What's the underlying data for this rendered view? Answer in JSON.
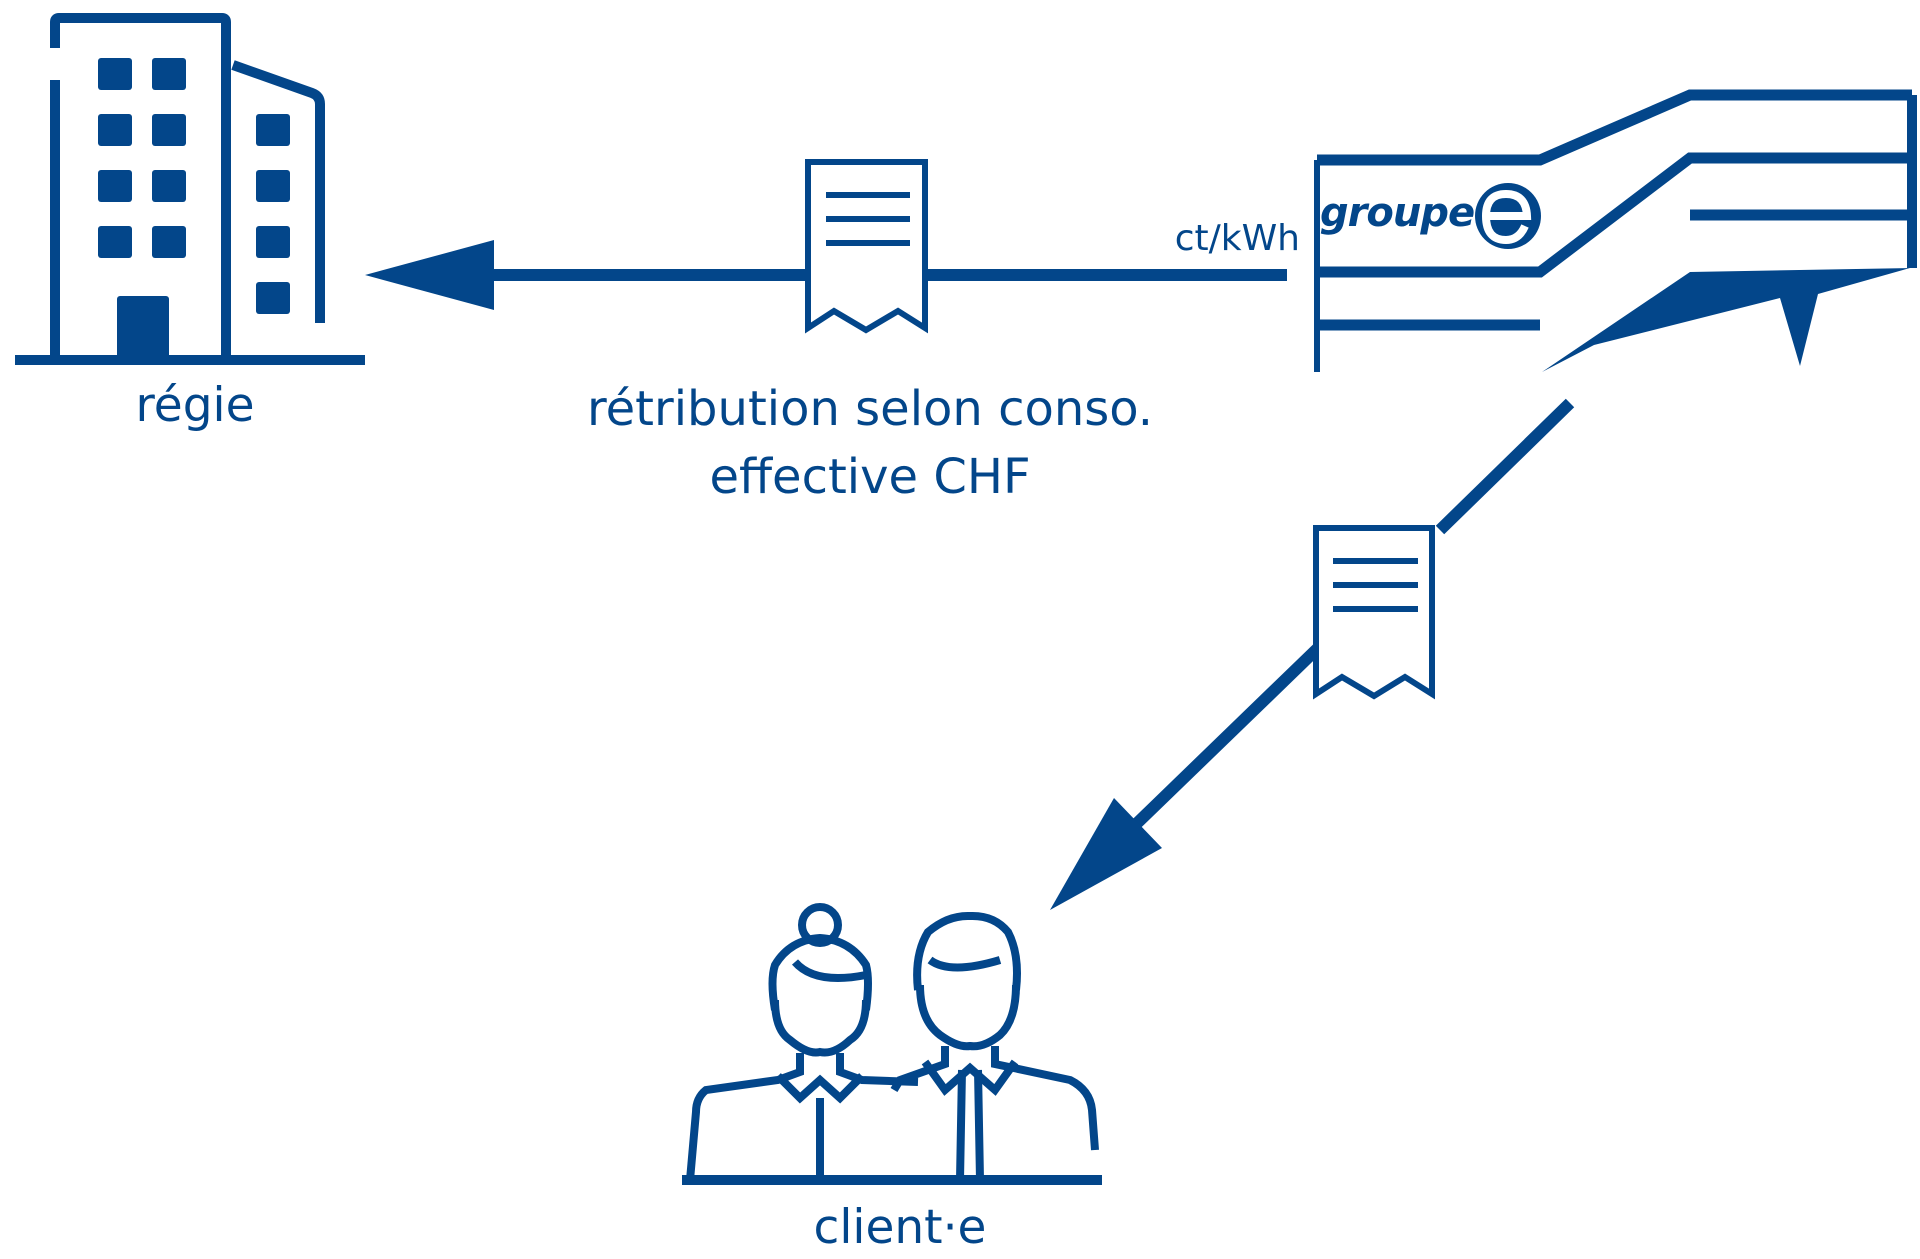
{
  "colors": {
    "primary": "#03468a",
    "background": "#ffffff"
  },
  "nodes": {
    "regie": {
      "label": "régie",
      "icon": "office-building-icon"
    },
    "groupe_e": {
      "brand": "groupe",
      "icon": "groupe-e-building-icon"
    },
    "client": {
      "label": "client·e",
      "icon": "two-people-icon"
    }
  },
  "edges": {
    "to_regie": {
      "source_label": "ct/kWh",
      "label_line1": "rétribution selon conso.",
      "label_line2": "effective CHF",
      "icon": "invoice-icon"
    },
    "to_client": {
      "icon": "invoice-icon"
    }
  }
}
